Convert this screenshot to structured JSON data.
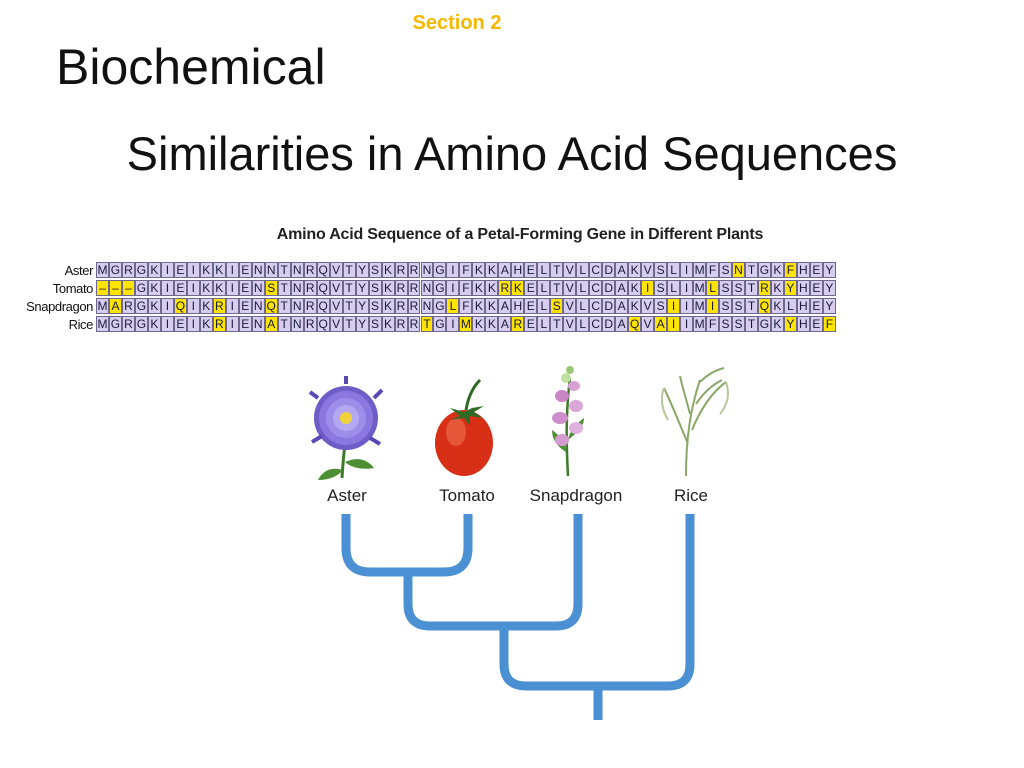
{
  "header": {
    "section": "Section 2",
    "title": "Biochemical",
    "subtitle": "Similarities in Amino Acid Sequences"
  },
  "sequence_table": {
    "title": "Amino Acid Sequence of a Petal-Forming Gene in Different Plants",
    "rows": [
      {
        "name": "Aster",
        "residues": [
          "M",
          "G",
          "R",
          "G",
          "K",
          "I",
          "E",
          "I",
          "K",
          "K",
          "I",
          "E",
          "N",
          "N",
          "T",
          "N",
          "R",
          "Q",
          "V",
          "T",
          "Y",
          "S",
          "K",
          "R",
          "R",
          "N",
          "G",
          "I",
          "F",
          "K",
          "K",
          "A",
          "H",
          "E",
          "L",
          "T",
          "V",
          "L",
          "C",
          "D",
          "A",
          "K",
          "V",
          "S",
          "L",
          "I",
          "M",
          "F",
          "S",
          "N",
          "T",
          "G",
          "K",
          "F",
          "H",
          "E",
          "Y"
        ],
        "highlighted": [
          49,
          53
        ]
      },
      {
        "name": "Tomato",
        "residues": [
          "–",
          "–",
          "–",
          "G",
          "K",
          "I",
          "E",
          "I",
          "K",
          "K",
          "I",
          "E",
          "N",
          "S",
          "T",
          "N",
          "R",
          "Q",
          "V",
          "T",
          "Y",
          "S",
          "K",
          "R",
          "R",
          "N",
          "G",
          "I",
          "F",
          "K",
          "K",
          "R",
          "K",
          "E",
          "L",
          "T",
          "V",
          "L",
          "C",
          "D",
          "A",
          "K",
          "I",
          "S",
          "L",
          "I",
          "M",
          "L",
          "S",
          "S",
          "T",
          "R",
          "K",
          "Y",
          "H",
          "E",
          "Y"
        ],
        "highlighted": [
          0,
          1,
          2,
          13,
          31,
          32,
          42,
          47,
          51,
          53
        ]
      },
      {
        "name": "Snapdragon",
        "residues": [
          "M",
          "A",
          "R",
          "G",
          "K",
          "I",
          "Q",
          "I",
          "K",
          "R",
          "I",
          "E",
          "N",
          "Q",
          "T",
          "N",
          "R",
          "Q",
          "V",
          "T",
          "Y",
          "S",
          "K",
          "R",
          "R",
          "N",
          "G",
          "L",
          "F",
          "K",
          "K",
          "A",
          "H",
          "E",
          "L",
          "S",
          "V",
          "L",
          "C",
          "D",
          "A",
          "K",
          "V",
          "S",
          "I",
          "I",
          "M",
          "I",
          "S",
          "S",
          "T",
          "Q",
          "K",
          "L",
          "H",
          "E",
          "Y"
        ],
        "highlighted": [
          1,
          6,
          9,
          13,
          27,
          35,
          44,
          47,
          51
        ]
      },
      {
        "name": "Rice",
        "residues": [
          "M",
          "G",
          "R",
          "G",
          "K",
          "I",
          "E",
          "I",
          "K",
          "R",
          "I",
          "E",
          "N",
          "A",
          "T",
          "N",
          "R",
          "Q",
          "V",
          "T",
          "Y",
          "S",
          "K",
          "R",
          "R",
          "T",
          "G",
          "I",
          "M",
          "K",
          "K",
          "A",
          "R",
          "E",
          "L",
          "T",
          "V",
          "L",
          "C",
          "D",
          "A",
          "Q",
          "V",
          "A",
          "I",
          "I",
          "M",
          "F",
          "S",
          "S",
          "T",
          "G",
          "K",
          "Y",
          "H",
          "E",
          "F"
        ],
        "highlighted": [
          9,
          13,
          25,
          28,
          32,
          41,
          43,
          44,
          53,
          56
        ]
      }
    ]
  },
  "tree": {
    "leaves": [
      "Aster",
      "Tomato",
      "Snapdragon",
      "Rice"
    ],
    "branch_color": "#4a90d2"
  },
  "icons": [
    "aster-flower-icon",
    "tomato-icon",
    "snapdragon-flower-icon",
    "rice-plant-icon"
  ]
}
